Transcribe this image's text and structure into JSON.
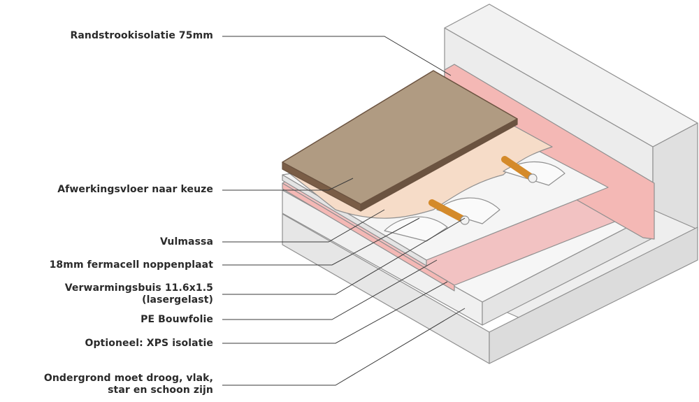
{
  "labels": [
    {
      "id": "randstrook",
      "lines": [
        "Randstrookisolatie 75mm"
      ]
    },
    {
      "id": "afwerking",
      "lines": [
        "Afwerkingsvloer naar keuze"
      ]
    },
    {
      "id": "vulmassa",
      "lines": [
        "Vulmassa"
      ]
    },
    {
      "id": "noppenplaat",
      "lines": [
        "18mm fermacell noppenplaat"
      ]
    },
    {
      "id": "verwarmingsbuis",
      "lines": [
        "Verwarmingsbuis 11.6x1.5",
        "(lasergelast)"
      ]
    },
    {
      "id": "bouwfolie",
      "lines": [
        "PE Bouwfolie"
      ]
    },
    {
      "id": "xps",
      "lines": [
        "Optioneel: XPS isolatie"
      ]
    },
    {
      "id": "ondergrond",
      "lines": [
        "Ondergrond moet droog, vlak,",
        "star en schoon zijn"
      ]
    }
  ],
  "colors": {
    "text": "#2a2a2a",
    "leader": "#3a3a3a",
    "concrete": "#ebebeb",
    "concrete_shade": "#dcdcdc",
    "edge_strip": "#f4b8b5",
    "xps": "#f7dcdc",
    "pe_foil": "#f2c2c2",
    "noppenplaat": "#f5f5f5",
    "vulmassa": "#f6dcc8",
    "tile_top": "#b09b82",
    "tile_edge": "#6b5340",
    "pipe": "#d48a2a"
  }
}
